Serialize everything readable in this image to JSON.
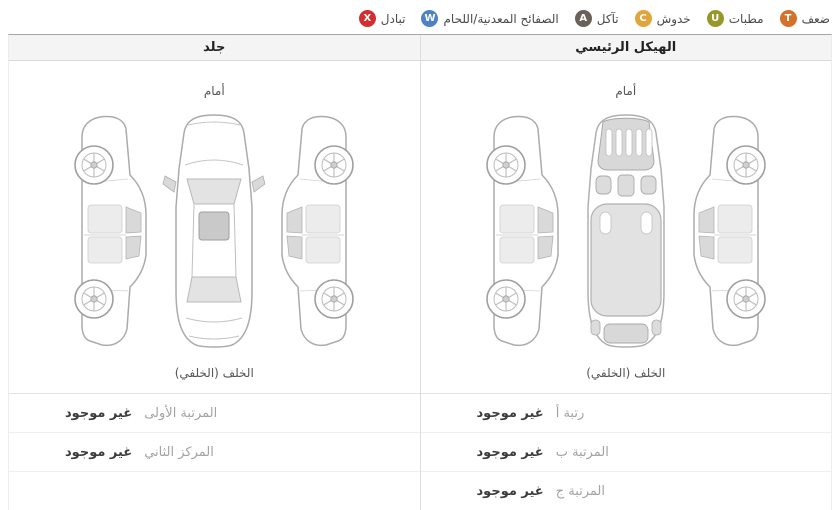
{
  "legend": {
    "items": [
      {
        "label": "ضعف",
        "code": "T",
        "color": "#d4712b"
      },
      {
        "label": "مطبات",
        "code": "U",
        "color": "#98982a"
      },
      {
        "label": "خدوش",
        "code": "C",
        "color": "#e2a43c"
      },
      {
        "label": "تآكل",
        "code": "A",
        "color": "#6a6158"
      },
      {
        "label": "الصفائح المعدنية/اللحام",
        "code": "W",
        "color": "#4d82c4"
      },
      {
        "label": "تبادل",
        "code": "X",
        "color": "#d32f2f"
      }
    ]
  },
  "panels": [
    {
      "title": "الهيكل الرئيسي",
      "front_label": "أمام",
      "rear_label": "الخلف (الخلفي)",
      "rows": [
        {
          "value": "غير موجود",
          "label": "رتبة أ"
        },
        {
          "value": "غير موجود",
          "label": "المرتبة ب"
        },
        {
          "value": "غير موجود",
          "label": "المرتبة ج"
        }
      ]
    },
    {
      "title": "جلد",
      "front_label": "أمام",
      "rear_label": "الخلف (الخلفي)",
      "rows": [
        {
          "value": "غير موجود",
          "label": "المرتبة الأولى"
        },
        {
          "value": "غير موجود",
          "label": "المركز الثاني"
        }
      ]
    }
  ]
}
